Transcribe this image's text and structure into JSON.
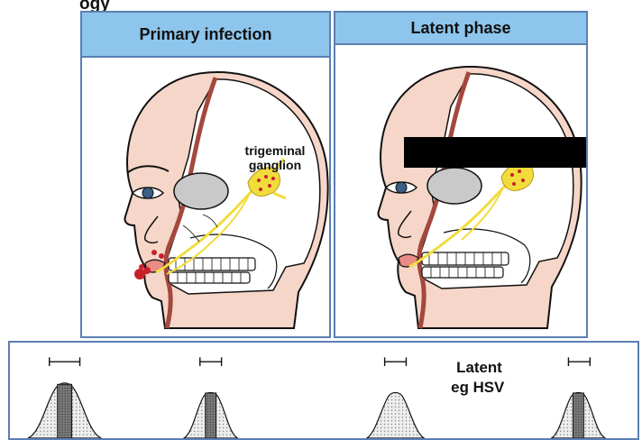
{
  "top_title": "ogy",
  "panels": [
    {
      "title": "Primary infection",
      "annotation_line1": "trigeminal",
      "annotation_line2": "ganglion"
    },
    {
      "title": "Latent phase"
    }
  ],
  "bottom": {
    "label_line1": "Latent",
    "label_line2": "eg HSV"
  },
  "colors": {
    "panel_border": "#5b7fb3",
    "panel_header": "#8ec5ec",
    "skin": "#f6d6c8",
    "nerve": "#f2dc3c",
    "lesion": "#c8202a"
  }
}
